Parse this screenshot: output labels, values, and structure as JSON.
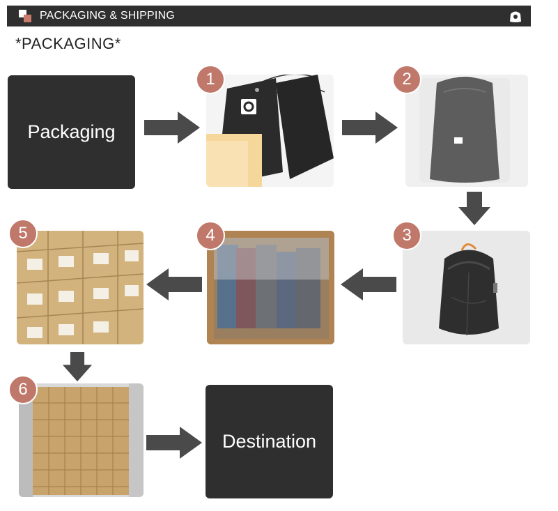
{
  "header": {
    "title": "PACKAGING & SHIPPING",
    "logo_icon": "two-squares-logo",
    "badge_icon": "bag-icon"
  },
  "section_title": "*PACKAGING*",
  "boxes": {
    "start": "Packaging",
    "end": "Destination"
  },
  "steps": [
    {
      "number": "1",
      "image": "hang-tags"
    },
    {
      "number": "2",
      "image": "bagged-backpack"
    },
    {
      "number": "3",
      "image": "backpack"
    },
    {
      "number": "4",
      "image": "carton-of-bagged-backpacks"
    },
    {
      "number": "5",
      "image": "stacked-cartons"
    },
    {
      "number": "6",
      "image": "container-loaded-with-cartons"
    }
  ],
  "colors": {
    "bar": "#2f2f2f",
    "badge": "#c0786a",
    "arrow": "#4a4a4a"
  }
}
